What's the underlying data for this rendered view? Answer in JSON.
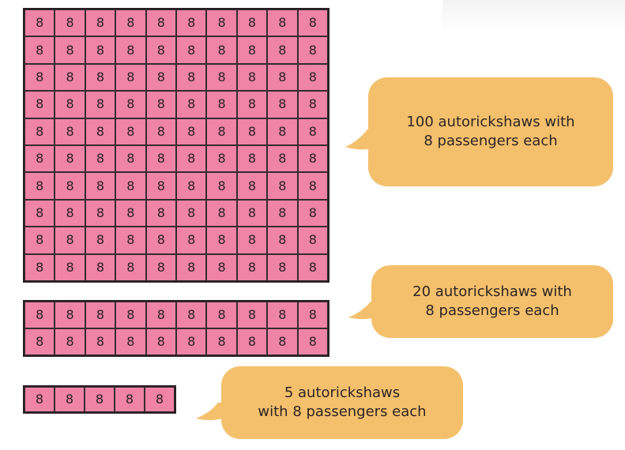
{
  "colors": {
    "cell_fill": "#ef84a7",
    "cell_border": "#372b31",
    "bubble_fill": "#f5c06c",
    "text": "#2d2524"
  },
  "groups": [
    {
      "id": "group-100",
      "cell_label": "8",
      "rows": 10,
      "cols": 10,
      "caption_lines": [
        "100 autorickshaws with",
        "8 passengers each"
      ]
    },
    {
      "id": "group-20",
      "cell_label": "8",
      "rows": 2,
      "cols": 10,
      "caption_lines": [
        "20 autorickshaws with",
        "8  passengers each"
      ]
    },
    {
      "id": "group-5",
      "cell_label": "8",
      "rows": 1,
      "cols": 5,
      "caption_lines": [
        "5 autorickshaws",
        "with 8 passengers each"
      ]
    }
  ]
}
